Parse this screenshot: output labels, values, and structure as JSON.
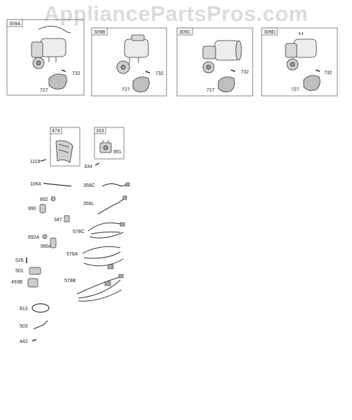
{
  "watermark": "AppliancePartsPros.com",
  "colors": {
    "line": "#444444",
    "box": "#666666",
    "watermark": "#dcdcdc"
  },
  "starter_boxes": [
    {
      "id": "309A",
      "parts": [
        "732",
        "727"
      ]
    },
    {
      "id": "309B",
      "parts": [
        "732",
        "727"
      ]
    },
    {
      "id": "309C",
      "parts": [
        "732",
        "727"
      ]
    },
    {
      "id": "309D",
      "parts": [
        "732",
        "727"
      ]
    }
  ],
  "kit_boxes": [
    {
      "id": "474",
      "outside": "1119"
    },
    {
      "id": "333",
      "inside": "851",
      "outside": "334"
    }
  ],
  "parts": {
    "p1054": "1054",
    "p356c": "356C",
    "p892": "892",
    "p990": "990",
    "p356l": "356L",
    "p347": "347",
    "p578c": "578C",
    "p892a": "892A",
    "p990a": "990A",
    "p578a": "578A",
    "p526": "526",
    "p501": "501",
    "p493b": "493B",
    "p578b": "578B",
    "p813": "813",
    "p503": "503",
    "p442": "442"
  }
}
